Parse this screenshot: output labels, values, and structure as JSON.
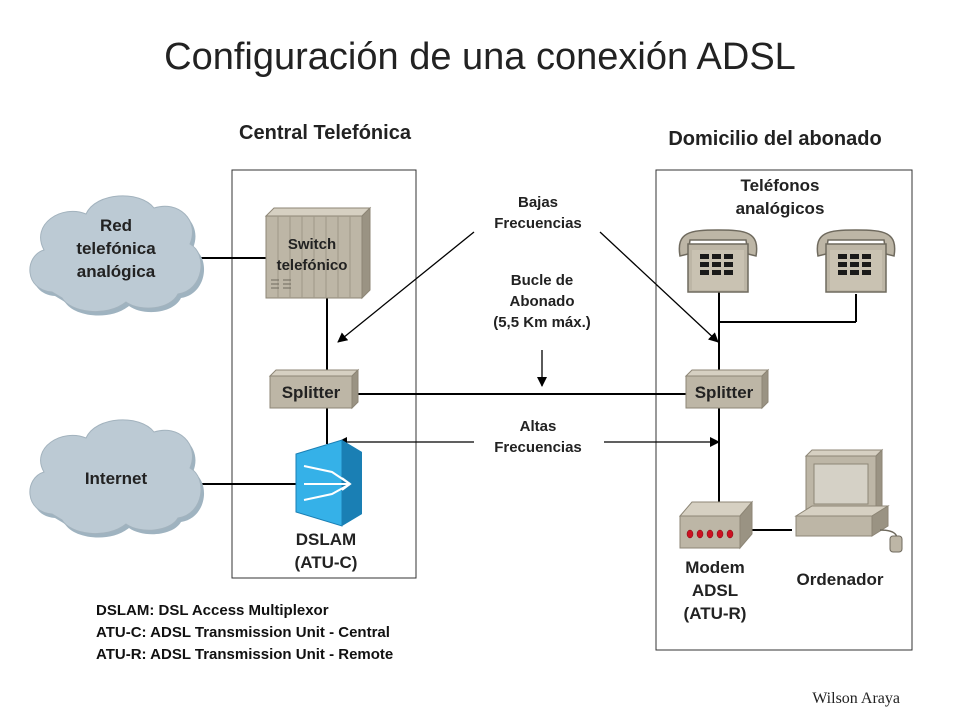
{
  "title": "Configuración de una conexión ADSL",
  "sections": {
    "central": "Central Telefónica",
    "domicilio": "Domicilio del abonado"
  },
  "clouds": {
    "red_line1": "Red",
    "red_line2": "telefónica",
    "red_line3": "analógica",
    "internet": "Internet"
  },
  "devices": {
    "switch_line1": "Switch",
    "switch_line2": "telefónico",
    "splitter_central": "Splitter",
    "splitter_domicilio": "Splitter",
    "dslam_line1": "DSLAM",
    "dslam_line2": "(ATU-C)",
    "telefonos_line1": "Teléfonos",
    "telefonos_line2": "analógicos",
    "modem_line1": "Modem",
    "modem_line2": "ADSL",
    "modem_line3": "(ATU-R)",
    "ordenador": "Ordenador"
  },
  "annotations": {
    "bajas_line1": "Bajas",
    "bajas_line2": "Frecuencias",
    "bucle_line1": "Bucle de",
    "bucle_line2": "Abonado",
    "bucle_line3": "(5,5 Km máx.)",
    "altas_line1": "Altas",
    "altas_line2": "Frecuencias"
  },
  "legend": [
    "DSLAM: DSL Access Multiplexor",
    "ATU-C: ADSL Transmission Unit - Central",
    "ATU-R: ADSL Transmission Unit - Remote"
  ],
  "author": "Wilson Araya",
  "colors": {
    "cloud": "#b9c8d2",
    "device": "#bfb8a8",
    "dslam": "#29a3dc",
    "modem_led": "#cc1122",
    "line": "#000000"
  }
}
